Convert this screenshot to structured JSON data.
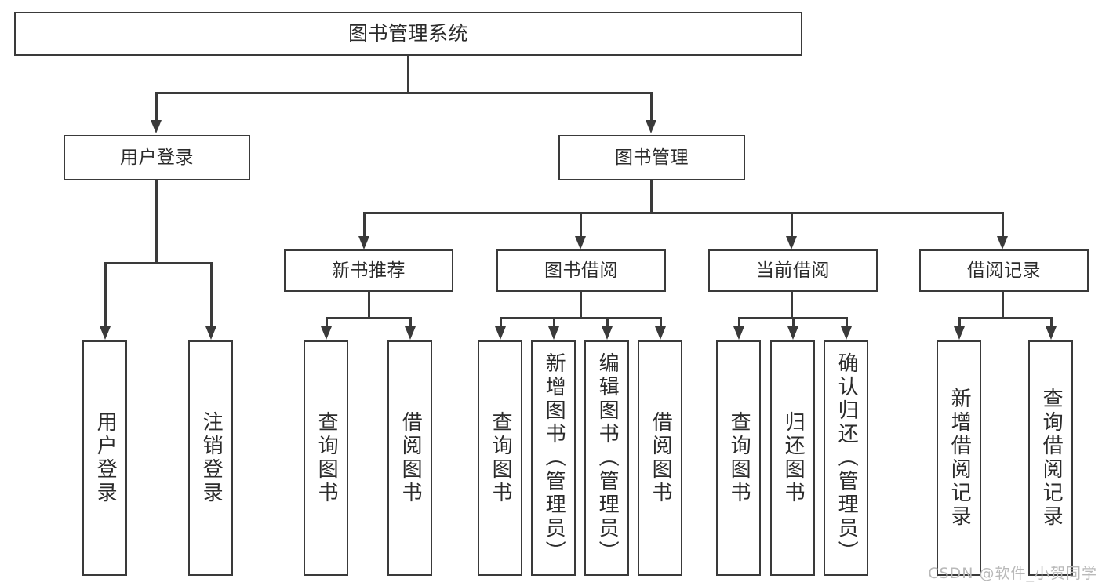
{
  "diagram": {
    "type": "tree",
    "title": "图书管理系统",
    "root": {
      "label": "图书管理系统"
    },
    "level1": [
      {
        "label": "用户登录"
      },
      {
        "label": "图书管理"
      }
    ],
    "level2": [
      {
        "label": "新书推荐"
      },
      {
        "label": "图书借阅"
      },
      {
        "label": "当前借阅"
      },
      {
        "label": "借阅记录"
      }
    ],
    "leaves": {
      "user_login": [
        {
          "label": "用户登录"
        },
        {
          "label": "注销登录"
        }
      ],
      "new_book_recommend": [
        {
          "label": "查询图书"
        },
        {
          "label": "借阅图书"
        }
      ],
      "book_borrow": [
        {
          "label": "查询图书"
        },
        {
          "label": "新增图书（管理员）"
        },
        {
          "label": "编辑图书（管理员）"
        },
        {
          "label": "借阅图书"
        }
      ],
      "current_borrow": [
        {
          "label": "查询图书"
        },
        {
          "label": "归还图书"
        },
        {
          "label": "确认归还（管理员）"
        }
      ],
      "borrow_record": [
        {
          "label": "新增借阅记录"
        },
        {
          "label": "查询借阅记录"
        }
      ]
    }
  },
  "watermark": {
    "text": "CSDN @软件_小贺同学"
  },
  "colors": {
    "stroke": "#3a3a3a",
    "text": "#2b2b2b",
    "background": "#ffffff",
    "watermark": "#b9b9b9"
  }
}
